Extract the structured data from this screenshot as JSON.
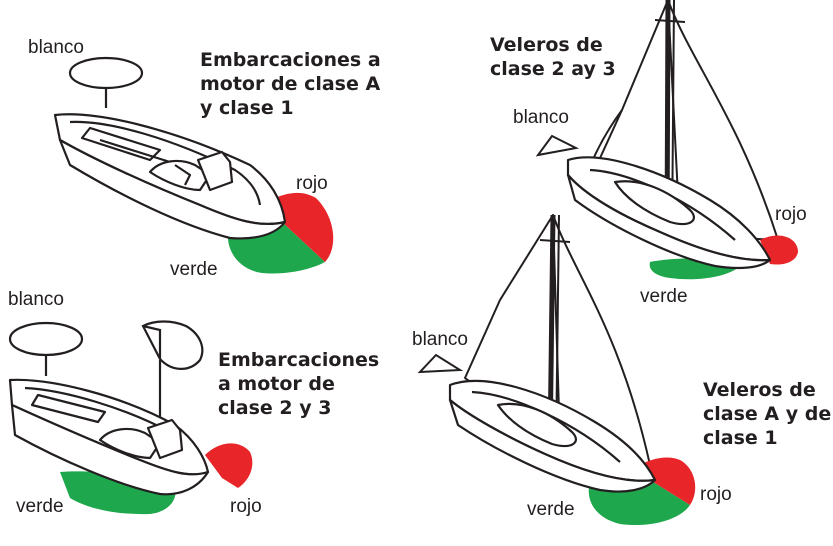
{
  "panels": {
    "motor_a1": {
      "title_lines": [
        "Embarcaciones a",
        "motor de clase A",
        "y clase 1"
      ],
      "labels": {
        "white": "blanco",
        "red": "rojo",
        "green": "verde"
      }
    },
    "motor_23": {
      "title_lines": [
        "Embarcaciones",
        "a motor de",
        "clase 2 y 3"
      ],
      "labels": {
        "white": "blanco",
        "red": "rojo",
        "green": "verde"
      }
    },
    "sail_23": {
      "title_lines": [
        "Veleros de",
        "clase 2 ay 3"
      ],
      "labels": {
        "white": "blanco",
        "red": "rojo",
        "green": "verde"
      }
    },
    "sail_a1": {
      "title_lines": [
        "Veleros de",
        "clase A y de",
        "clase 1"
      ],
      "labels": {
        "white": "blanco",
        "red": "rojo",
        "green": "verde"
      }
    }
  },
  "colors": {
    "red": "#e8262a",
    "green": "#1fa74d",
    "line": "#231f20"
  }
}
